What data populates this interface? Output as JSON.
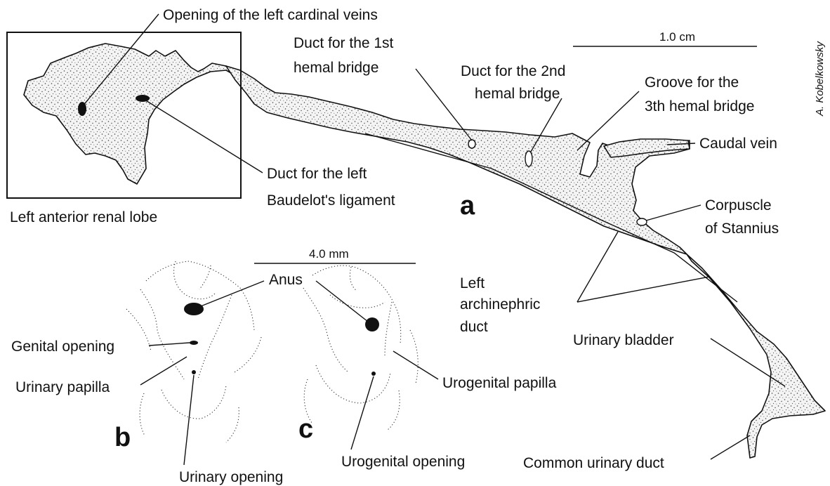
{
  "credit": "A. Kobelkowsky",
  "panels": {
    "a": "a",
    "b": "b",
    "c": "c"
  },
  "scale_bars": {
    "a": "1.0 cm",
    "bc": "4.0 mm"
  },
  "labels": {
    "opening_cardinal": "Opening of the left cardinal veins",
    "duct_1st_l1": "Duct for the 1st",
    "duct_1st_l2": "hemal bridge",
    "duct_2nd_l1": "Duct for the 2nd",
    "duct_2nd_l2": "hemal bridge",
    "groove_3th_l1": "Groove for the",
    "groove_3th_l2": "3th hemal bridge",
    "caudal_vein": "Caudal vein",
    "baudelot_l1": "Duct for the left",
    "baudelot_l2": "Baudelot's ligament",
    "anterior_lobe": "Left anterior renal lobe",
    "stannius_l1": "Corpuscle",
    "stannius_l2": "of Stannius",
    "archinephric_l1": "Left",
    "archinephric_l2": "archinephric",
    "archinephric_l3": "duct",
    "urinary_bladder": "Urinary bladder",
    "common_urinary_duct": "Common urinary duct",
    "anus": "Anus",
    "genital_opening": "Genital opening",
    "urinary_papilla": "Urinary papilla",
    "urinary_opening": "Urinary opening",
    "urogenital_papilla": "Urogenital papilla",
    "urogenital_opening": "Urogenital opening"
  }
}
